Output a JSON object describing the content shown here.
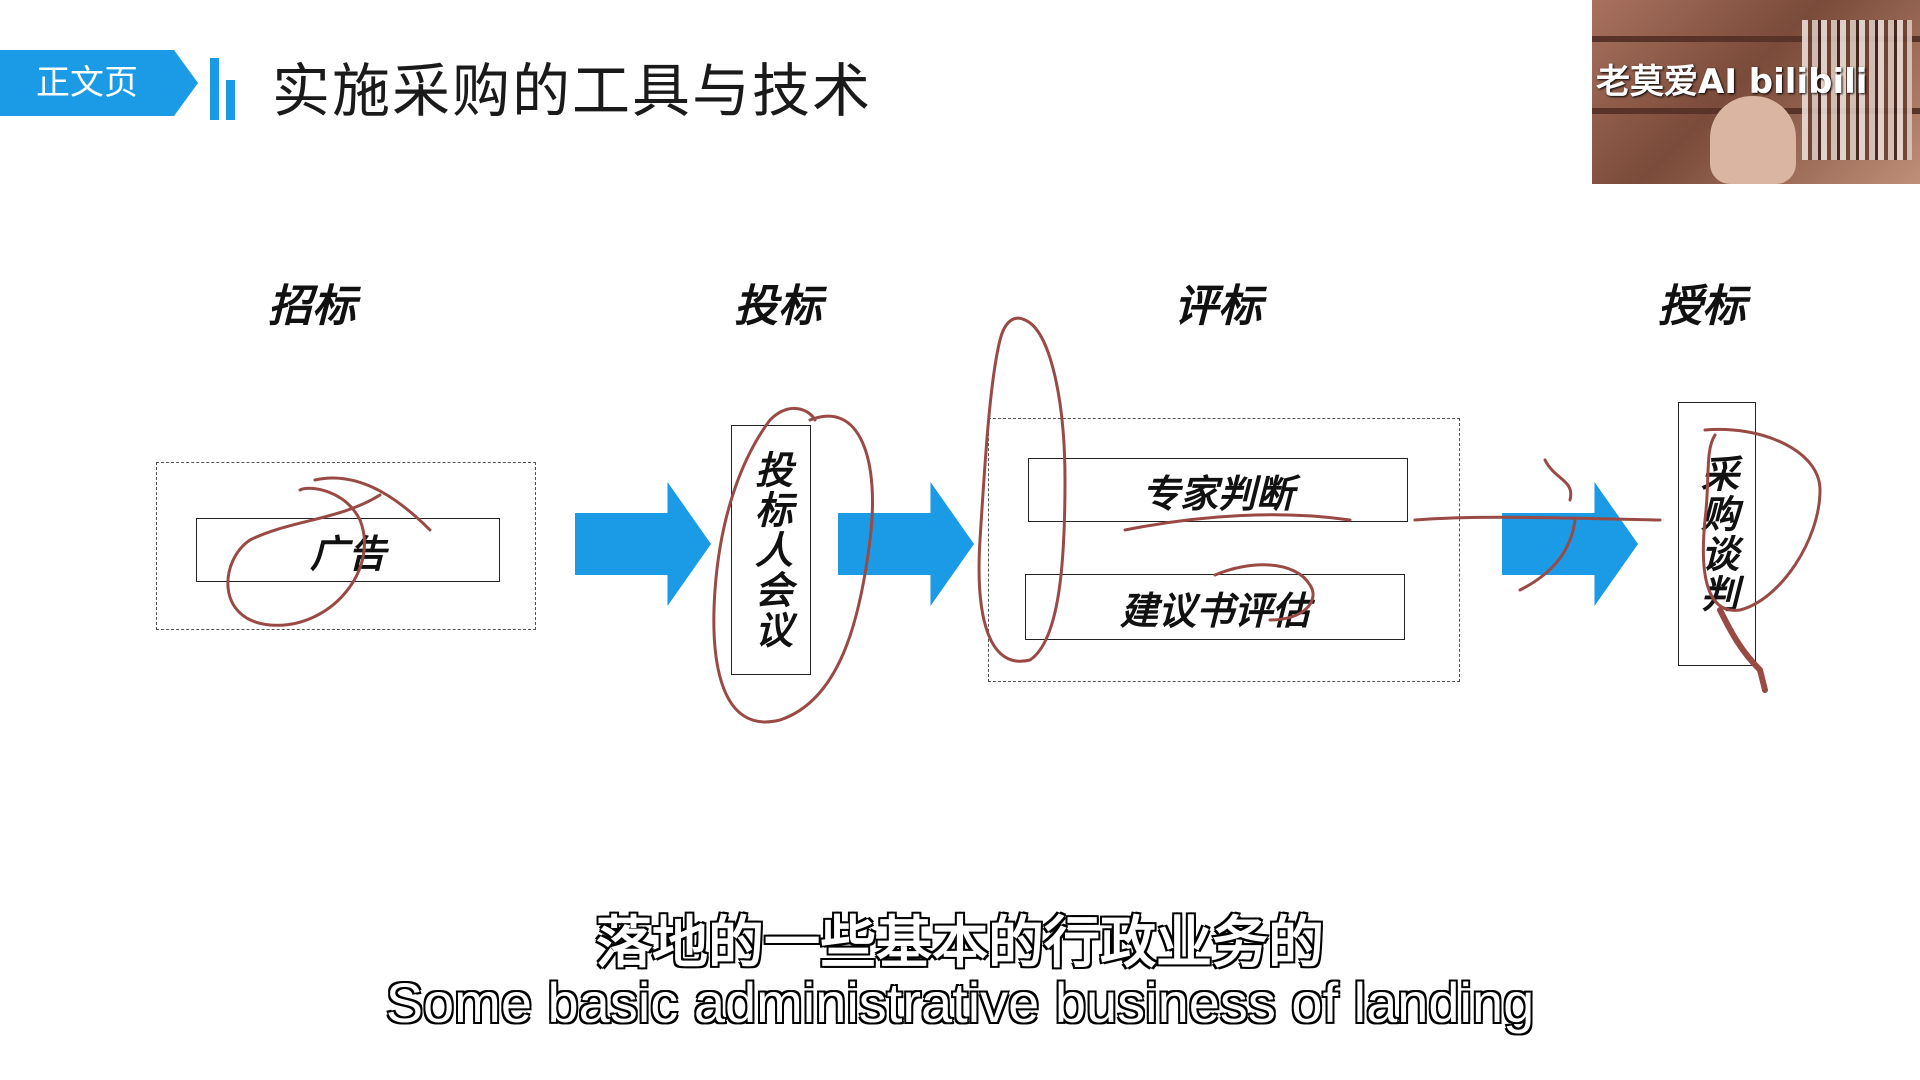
{
  "header": {
    "tag_label": "正文页",
    "title": "实施采购的工具与技术"
  },
  "video": {
    "watermark": "老莫爱AI bilibili"
  },
  "stages": [
    {
      "label": "招标"
    },
    {
      "label": "投标"
    },
    {
      "label": "评标"
    },
    {
      "label": "授标"
    }
  ],
  "boxes": {
    "ad": "广告",
    "bidders_meeting": "投标人会议",
    "expert_judgment": "专家判断",
    "proposal_evaluation": "建议书评估",
    "procurement_negotiation": "采购谈判"
  },
  "subtitles": {
    "zh": "落地的一些基本的行政业务的",
    "en": "Some basic administrative business of landing"
  },
  "colors": {
    "accent_blue": "#1b9ae6",
    "annotation_ink": "#9a4a44"
  }
}
